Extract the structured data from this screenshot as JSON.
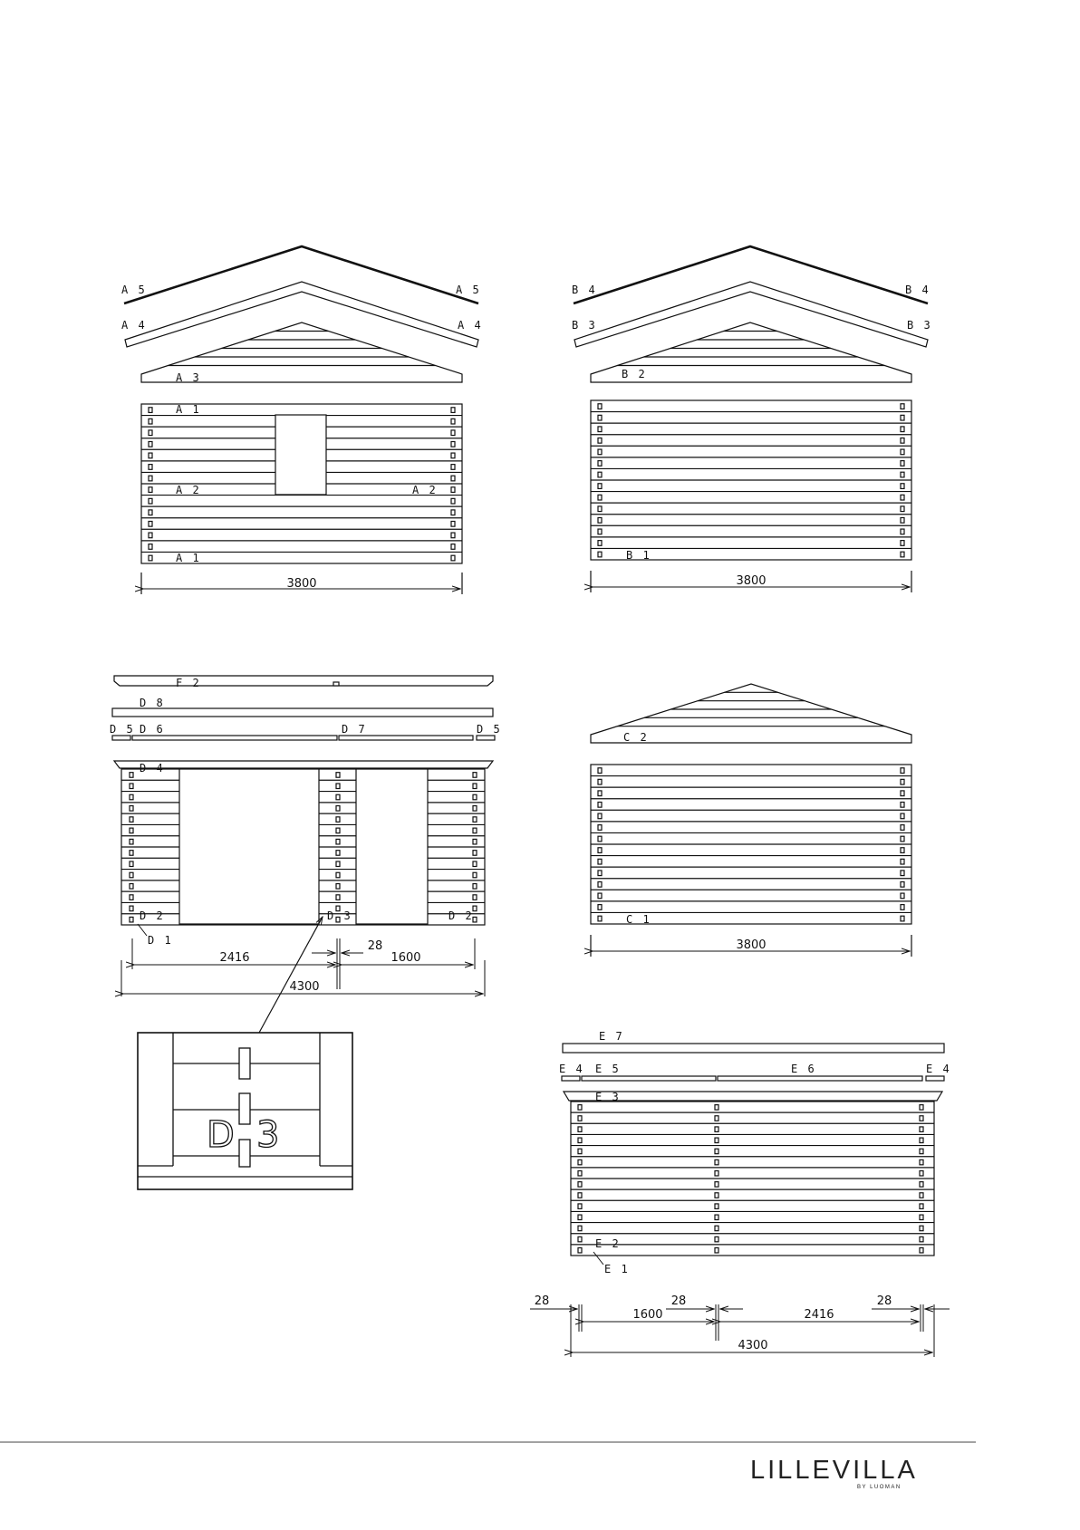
{
  "drawing": {
    "wall_a": {
      "labels": {
        "a5_left": "A 5",
        "a5_right": "A 5",
        "a4_left": "A 4",
        "a4_right": "A 4",
        "a3": "A 3",
        "a1_top": "A 1",
        "a2_left": "A 2",
        "a2_right": "A 2",
        "a1_bottom": "A 1"
      },
      "width": "3800"
    },
    "wall_b": {
      "labels": {
        "b4_left": "B 4",
        "b4_right": "B 4",
        "b3_left": "B 3",
        "b3_right": "B 3",
        "b2": "B 2",
        "b1": "B 1"
      },
      "width": "3800"
    },
    "wall_c": {
      "labels": {
        "c2": "C 2",
        "c1": "C 1"
      },
      "width": "3800"
    },
    "wall_d": {
      "labels": {
        "f2": "F 2",
        "d8": "D 8",
        "d5_left": "D 5",
        "d6": "D 6",
        "d7": "D 7",
        "d5_right": "D 5",
        "d4": "D 4",
        "d2_left": "D 2",
        "d3": "D 3",
        "d2_right": "D 2",
        "d1": "D 1"
      },
      "dims": {
        "left": "2416",
        "gap": "28",
        "right": "1600",
        "total": "4300"
      },
      "detail_label": {
        "d": "D",
        "n": "3"
      }
    },
    "wall_e": {
      "labels": {
        "e7": "E 7",
        "e4_left": "E 4",
        "e5": "E 5",
        "e6": "E 6",
        "e4_right": "E 4",
        "e3": "E 3",
        "e2": "E 2",
        "e1": "E 1"
      },
      "dims": {
        "gap1": "28",
        "seg1": "1600",
        "gap2": "28",
        "seg2": "2416",
        "gap3": "28",
        "total": "4300"
      }
    }
  },
  "footer": {
    "brand": "LILLEVILLA",
    "brand_sub": "BY LUOMAN"
  }
}
